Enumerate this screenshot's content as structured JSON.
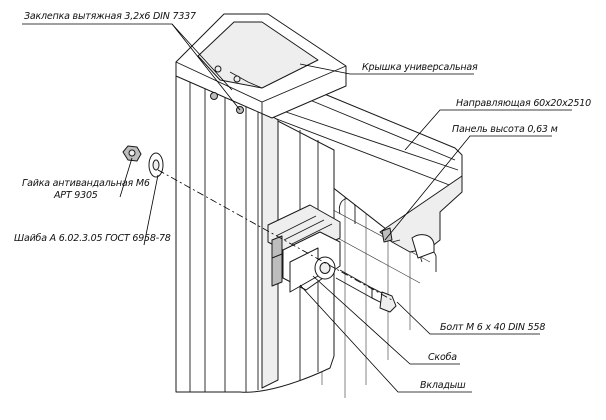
{
  "callouts": {
    "rivet": "Заклепка вытяжная 3,2x6 DIN 7337",
    "cap": "Крышка универсальная",
    "rail": "Направляющая 60x20x2510",
    "panel": "Панель высота 0,63 м",
    "nut_line1": "Гайка антивандальная М6",
    "nut_line2": "АРТ 9305",
    "washer": "Шайба А 6.02.3.05 ГОСТ 6958-78",
    "bolt": "Болт М 6 x 40 DIN 558",
    "bracket": "Скоба",
    "insert": "Вкладыш"
  },
  "colors": {
    "line": "#1a1a1a",
    "post_shade": "#e6e6e6",
    "metal_dark": "#bdbdbd"
  }
}
